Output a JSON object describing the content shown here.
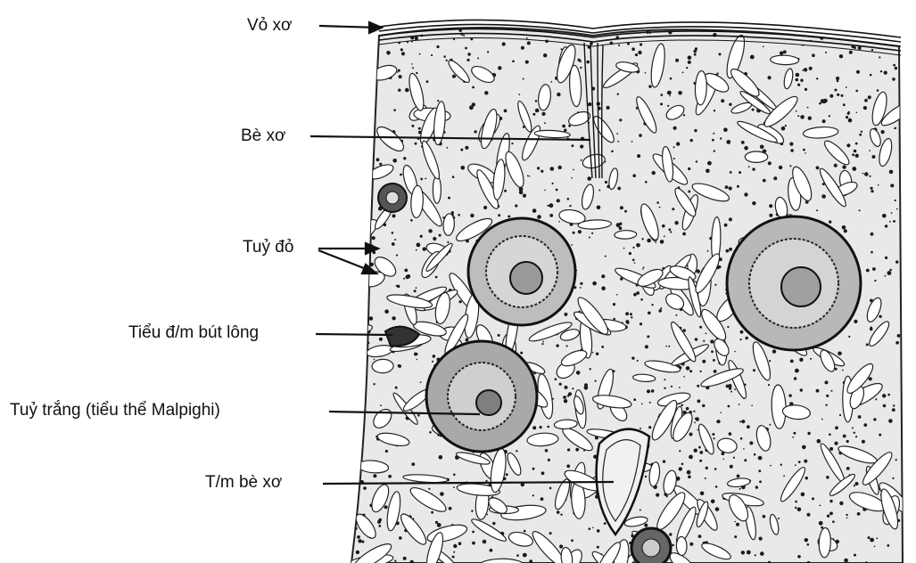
{
  "labels": {
    "vo_xo": "Vỏ xơ",
    "be_xo": "Bè xơ",
    "tuy_do": "Tuỷ đỏ",
    "tieu_dm_but_long": "Tiểu đ/m bút lông",
    "tuy_trang": "Tuỷ trắng (tiểu thể Malpighi)",
    "tm_be_xo": "T/m bè xơ"
  },
  "colors": {
    "ink": "#111111",
    "background": "#ffffff"
  }
}
